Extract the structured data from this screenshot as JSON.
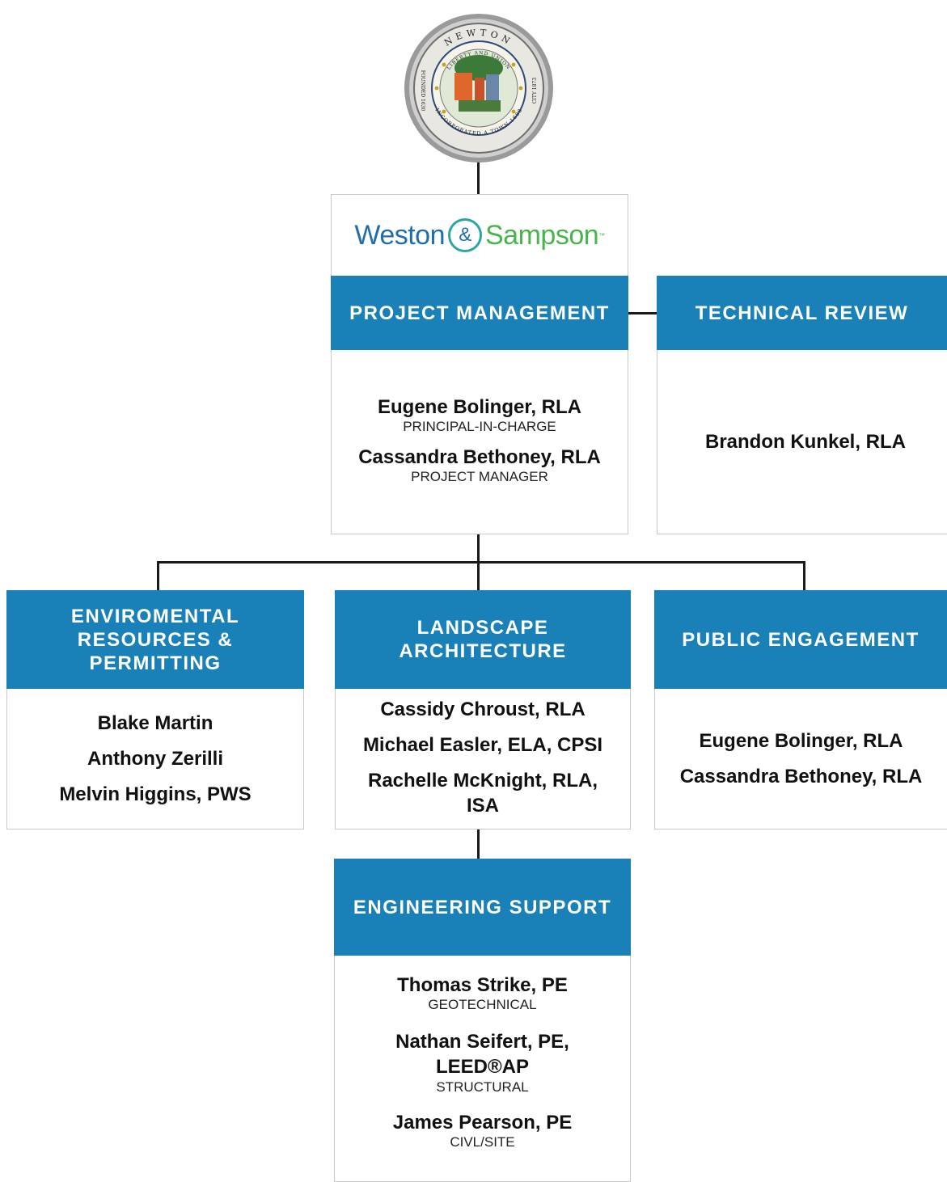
{
  "seal": {
    "ring_text": "NEWTON",
    "center_text": "LIBERTY AND UNION",
    "left_text": "FOUNDED 1630",
    "bottom_text": "INCORPORATED A TOWN 1688",
    "right_text": "CITY 1873"
  },
  "logo": {
    "word1": "Weston",
    "amp": "&",
    "word2": "Sampson",
    "tm": "™"
  },
  "project_management": {
    "title": "PROJECT MANAGEMENT",
    "people": [
      {
        "name": "Eugene Bolinger, RLA",
        "role": "PRINCIPAL-IN-CHARGE"
      },
      {
        "name": "Cassandra Bethoney, RLA",
        "role": "PROJECT MANAGER"
      }
    ]
  },
  "technical_review": {
    "title": "TECHNICAL REVIEW",
    "people": [
      {
        "name": "Brandon Kunkel, RLA"
      }
    ]
  },
  "environmental": {
    "title_lines": [
      "ENVIROMENTAL",
      "RESOURCES &",
      "PERMITTING"
    ],
    "people": [
      "Blake Martin",
      "Anthony Zerilli",
      "Melvin Higgins, PWS"
    ]
  },
  "landscape": {
    "title_lines": [
      "LANDSCAPE",
      "ARCHITECTURE"
    ],
    "people": [
      "Cassidy Chroust, RLA",
      "Michael Easler, ELA, CPSI",
      "Rachelle McKnight, RLA,",
      "ISA"
    ]
  },
  "public_engagement": {
    "title": "PUBLIC ENGAGEMENT",
    "people": [
      "Eugene Bolinger, RLA",
      "Cassandra Bethoney, RLA"
    ]
  },
  "engineering_support": {
    "title": "ENGINEERING SUPPORT",
    "people": [
      {
        "name_lines": [
          "Thomas Strike, PE"
        ],
        "role": "GEOTECHNICAL"
      },
      {
        "name_lines": [
          "Nathan Seifert, PE,",
          "LEED®AP"
        ],
        "role": "STRUCTURAL"
      },
      {
        "name_lines": [
          "James Pearson, PE"
        ],
        "role": "CIVL/SITE"
      }
    ]
  }
}
